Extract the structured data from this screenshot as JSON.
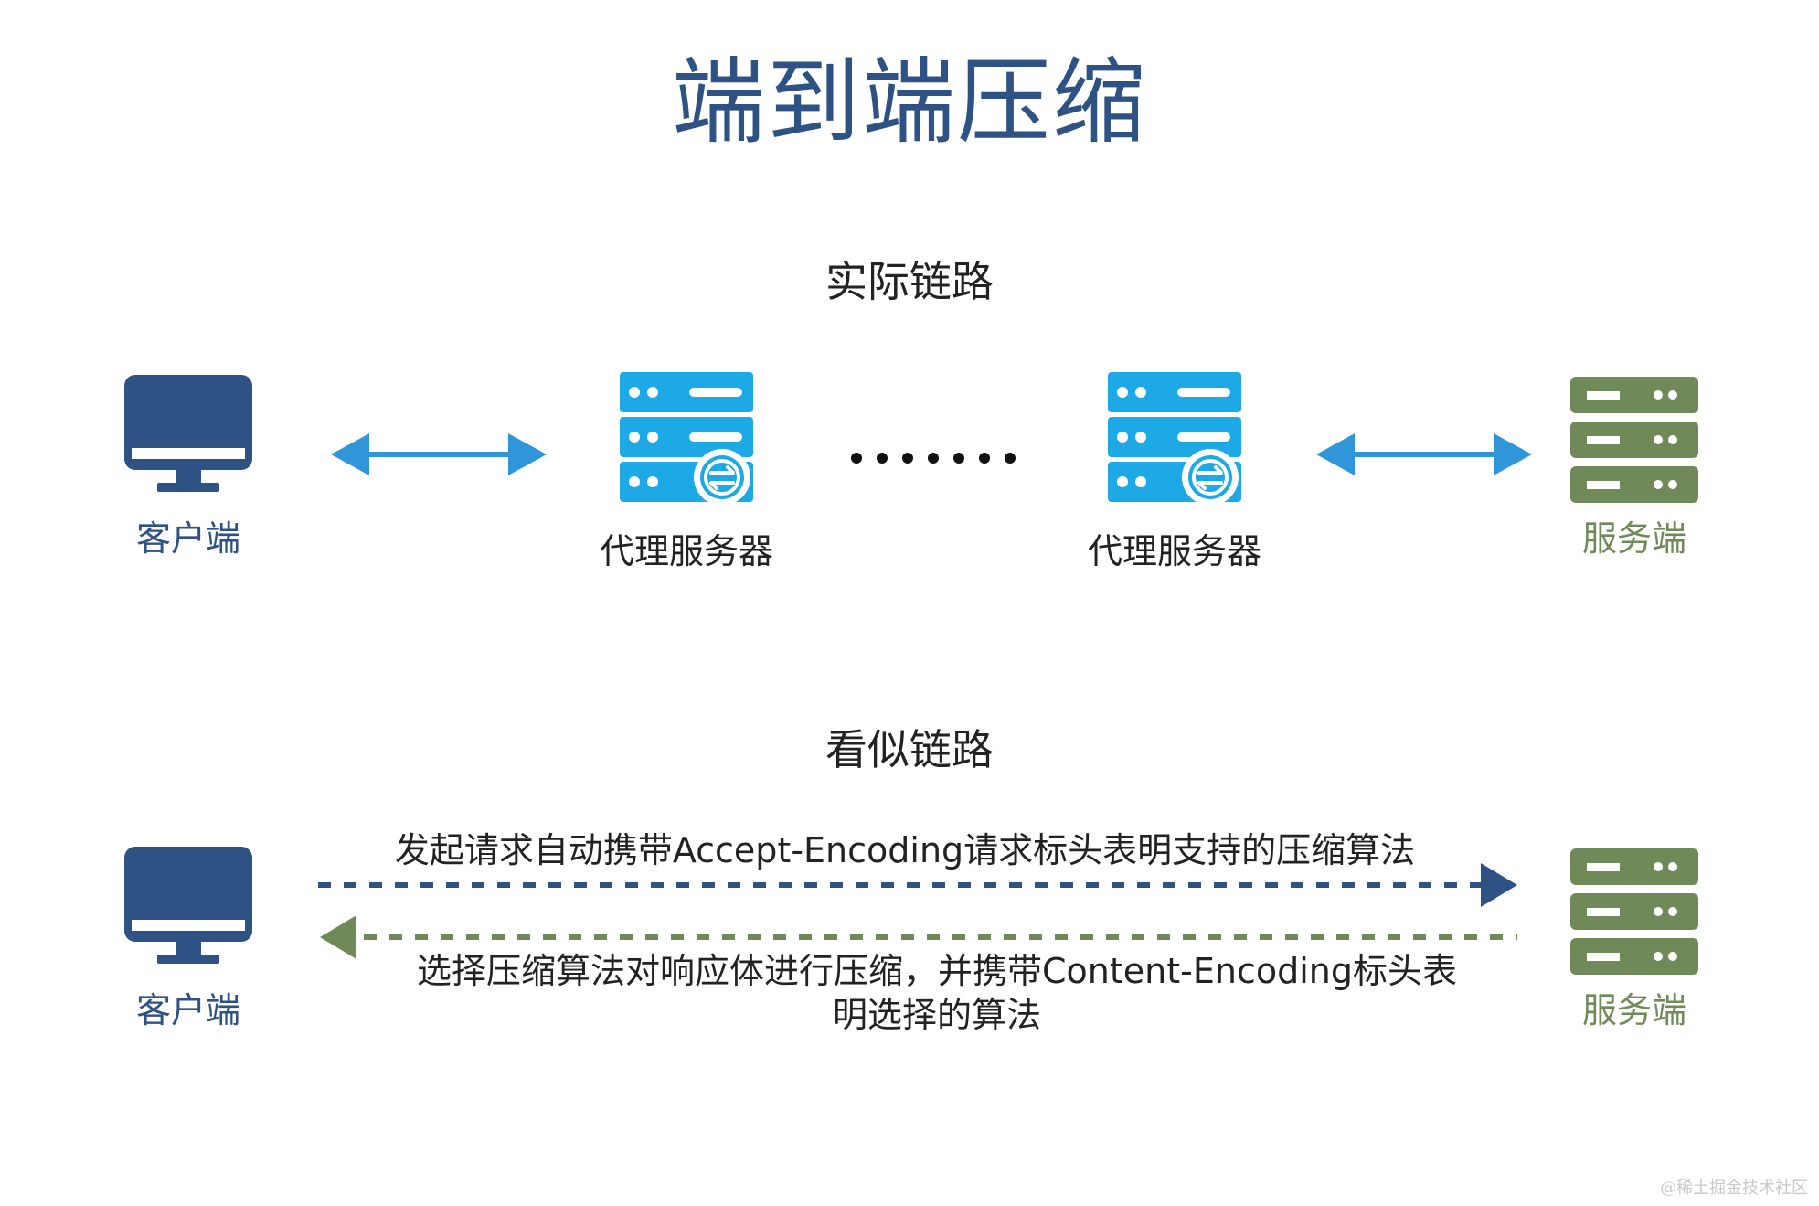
{
  "title": "端到端压缩",
  "sections": {
    "actual": {
      "title": "实际链路",
      "client_label": "客户端",
      "proxy1_label": "代理服务器",
      "proxy2_label": "代理服务器",
      "server_label": "服务端"
    },
    "apparent": {
      "title": "看似链路",
      "client_label": "客户端",
      "server_label": "服务端",
      "request_text": "发起请求自动携带Accept-Encoding请求标头表明支持的压缩算法",
      "response_line1": "选择压缩算法对响应体进行压缩，并携带Content-Encoding标头表",
      "response_line2": "明选择的算法"
    }
  },
  "colors": {
    "client": "#2e5283",
    "proxy": "#1da8e6",
    "server": "#6f8a58",
    "arrow": "#2f96d9"
  },
  "watermark": "@稀土掘金技术社区"
}
